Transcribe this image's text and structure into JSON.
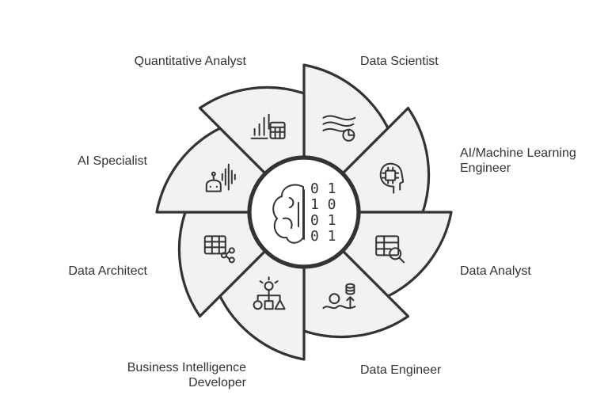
{
  "colors": {
    "stroke": "#333333",
    "segment_fill": "#f2f2f2",
    "hub_fill": "#ffffff",
    "text": "#333333"
  },
  "center": {
    "icon": "brain-binary-icon",
    "binary_rows": [
      "0 1",
      "1 0",
      "0 1",
      "0 1"
    ]
  },
  "roles": [
    {
      "id": "data-scientist",
      "lines": [
        "Data Scientist"
      ],
      "icon": "signal-chart-icon"
    },
    {
      "id": "ai-ml-engineer",
      "lines": [
        "AI/Machine Learning",
        "Engineer"
      ],
      "icon": "ai-head-chip-icon"
    },
    {
      "id": "data-analyst",
      "lines": [
        "Data Analyst"
      ],
      "icon": "table-search-icon"
    },
    {
      "id": "data-engineer",
      "lines": [
        "Data Engineer"
      ],
      "icon": "database-pipeline-icon"
    },
    {
      "id": "bi-developer",
      "lines": [
        "Business Intelligence",
        "Developer"
      ],
      "icon": "idea-shapes-icon"
    },
    {
      "id": "data-architect",
      "lines": [
        "Data Architect"
      ],
      "icon": "table-network-icon"
    },
    {
      "id": "ai-specialist",
      "lines": [
        "AI Specialist"
      ],
      "icon": "robot-voice-icon"
    },
    {
      "id": "quantitative-analyst",
      "lines": [
        "Quantitative Analyst"
      ],
      "icon": "chart-calculator-icon"
    }
  ]
}
